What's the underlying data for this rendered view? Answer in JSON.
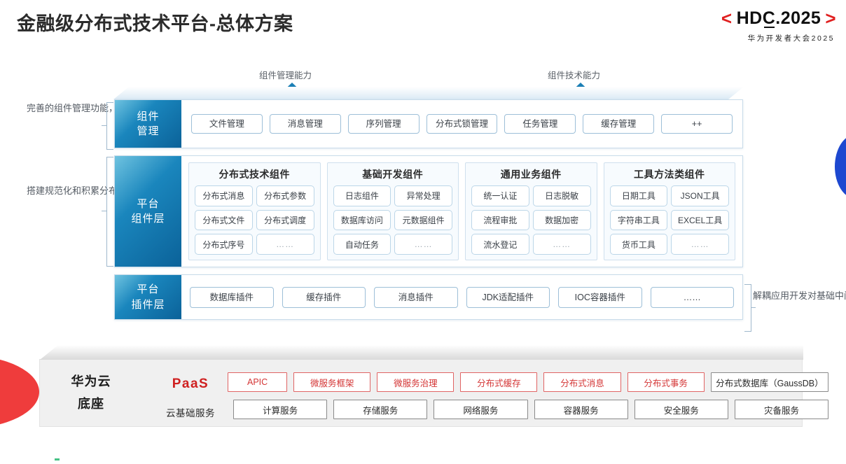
{
  "header": {
    "title": "金融级分布式技术平台-总体方案",
    "logo": {
      "left_bracket": "<",
      "text_a": "HD",
      "text_b": "C",
      "text_c": ".2025",
      "right_bracket": ">",
      "subtitle": "华为开发者大会2025"
    }
  },
  "arrows": [
    {
      "caption": "组件管理能力"
    },
    {
      "caption": "组件技术能力"
    }
  ],
  "notes": {
    "left_top": "完善的组件管理功能，提供技术参数的全生命周期管理",
    "left_bottom": "搭建规范化和积累分布式技术组件、基础开发组件及通用业务组件",
    "right": "解耦应用开发对基础中间件及Java框架依赖"
  },
  "rows": {
    "component_management": {
      "label": "组件\n管理",
      "label_line1": "组件",
      "label_line2": "管理",
      "items": [
        "文件管理",
        "消息管理",
        "序列管理",
        "分布式锁管理",
        "任务管理",
        "缓存管理",
        "++"
      ]
    },
    "platform_component_layer": {
      "label_line1": "平台",
      "label_line2": "组件层",
      "groups": [
        {
          "title": "分布式技术组件",
          "cells": [
            "分布式消息",
            "分布式参数",
            "分布式文件",
            "分布式调度",
            "分布式序号",
            "……"
          ]
        },
        {
          "title": "基础开发组件",
          "cells": [
            "日志组件",
            "异常处理",
            "数据库访问",
            "元数据组件",
            "自动任务",
            "……"
          ]
        },
        {
          "title": "通用业务组件",
          "cells": [
            "统一认证",
            "日志脱敏",
            "流程审批",
            "数据加密",
            "流水登记",
            "……"
          ]
        },
        {
          "title": "工具方法类组件",
          "cells": [
            "日期工具",
            "JSON工具",
            "字符串工具",
            "EXCEL工具",
            "货币工具",
            "……"
          ]
        }
      ]
    },
    "platform_plugin_layer": {
      "label_line1": "平台",
      "label_line2": "插件层",
      "items": [
        "数据库插件",
        "缓存插件",
        "消息插件",
        "JDK适配插件",
        "IOC容器插件",
        "……"
      ]
    }
  },
  "paas": {
    "base_line1": "华为云",
    "base_line2": "底座",
    "paas_label": "PaaS",
    "cloud_label": "云基础服务",
    "paas_items": [
      "APIC",
      "微服务框架",
      "微服务治理",
      "分布式缓存",
      "分布式消息",
      "分布式事务",
      "分布式数据库（GaussDB）"
    ],
    "cloud_items": [
      "计算服务",
      "存储服务",
      "网络服务",
      "容器服务",
      "安全服务",
      "灾备服务"
    ]
  },
  "colors": {
    "brand_red": "#d43535",
    "panel_blue": "#0b6299",
    "accent_blue": "#1d48d0",
    "decor_red": "#ef3c3c"
  }
}
